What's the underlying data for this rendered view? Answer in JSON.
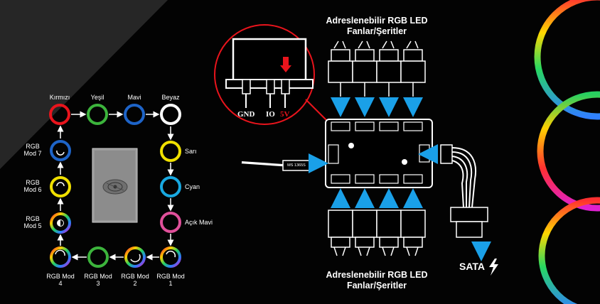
{
  "loop": {
    "red": "Kırmızı",
    "green": "Yeşil",
    "blue": "Mavi",
    "white": "Beyaz",
    "yellow": "Sarı",
    "cyan": "Cyan",
    "light_blue": "Açık Mavi",
    "mode1": "RGB Mod 1",
    "mode2": "RGB Mod 2",
    "mode3": "RGB Mod 3",
    "mode4": "RGB Mod 4",
    "mode5": "RGB Mod 5",
    "mode6": "RGB Mod 6",
    "mode7": "RGB Mod 7"
  },
  "hub": {
    "title_top_line1": "Adreslenebilir RGB LED",
    "title_top_line2": "Fanlar/Şeritler",
    "title_bottom_line1": "Adreslenebilir RGB LED",
    "title_bottom_line2": "Fanlar/Şeritler",
    "pin_gnd": "GND",
    "pin_io": "IO",
    "pin_5v": "5V",
    "cable_tag": "MS 1365S",
    "sata": "SATA"
  },
  "colors": {
    "red": "#e8141c",
    "green": "#3cb43c",
    "blue": "#1e64c8",
    "white": "#ffffff",
    "yellow": "#f0e000",
    "cyan": "#18a8e0",
    "pink": "#e0509a",
    "accent_arrow": "#1aa0e8"
  }
}
